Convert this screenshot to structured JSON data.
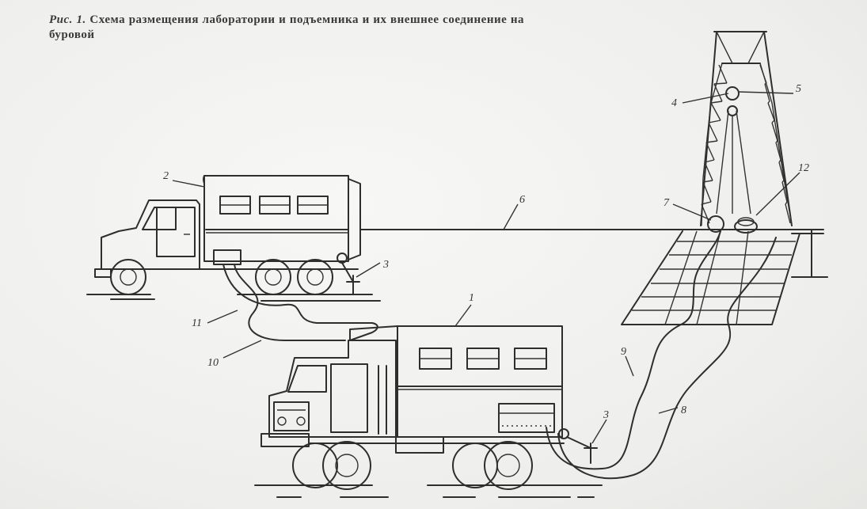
{
  "caption": {
    "figure_label": "Рис. 1.",
    "text": "Схема размещения лаборатории и подъемника и их внешнее соединение на буровой"
  },
  "labels": {
    "l1": "1",
    "l2": "2",
    "l3a": "3",
    "l3b": "3",
    "l4": "4",
    "l5": "5",
    "l6": "6",
    "l7": "7",
    "l8": "8",
    "l9": "9",
    "l10": "10",
    "l11": "11",
    "l12": "12"
  }
}
